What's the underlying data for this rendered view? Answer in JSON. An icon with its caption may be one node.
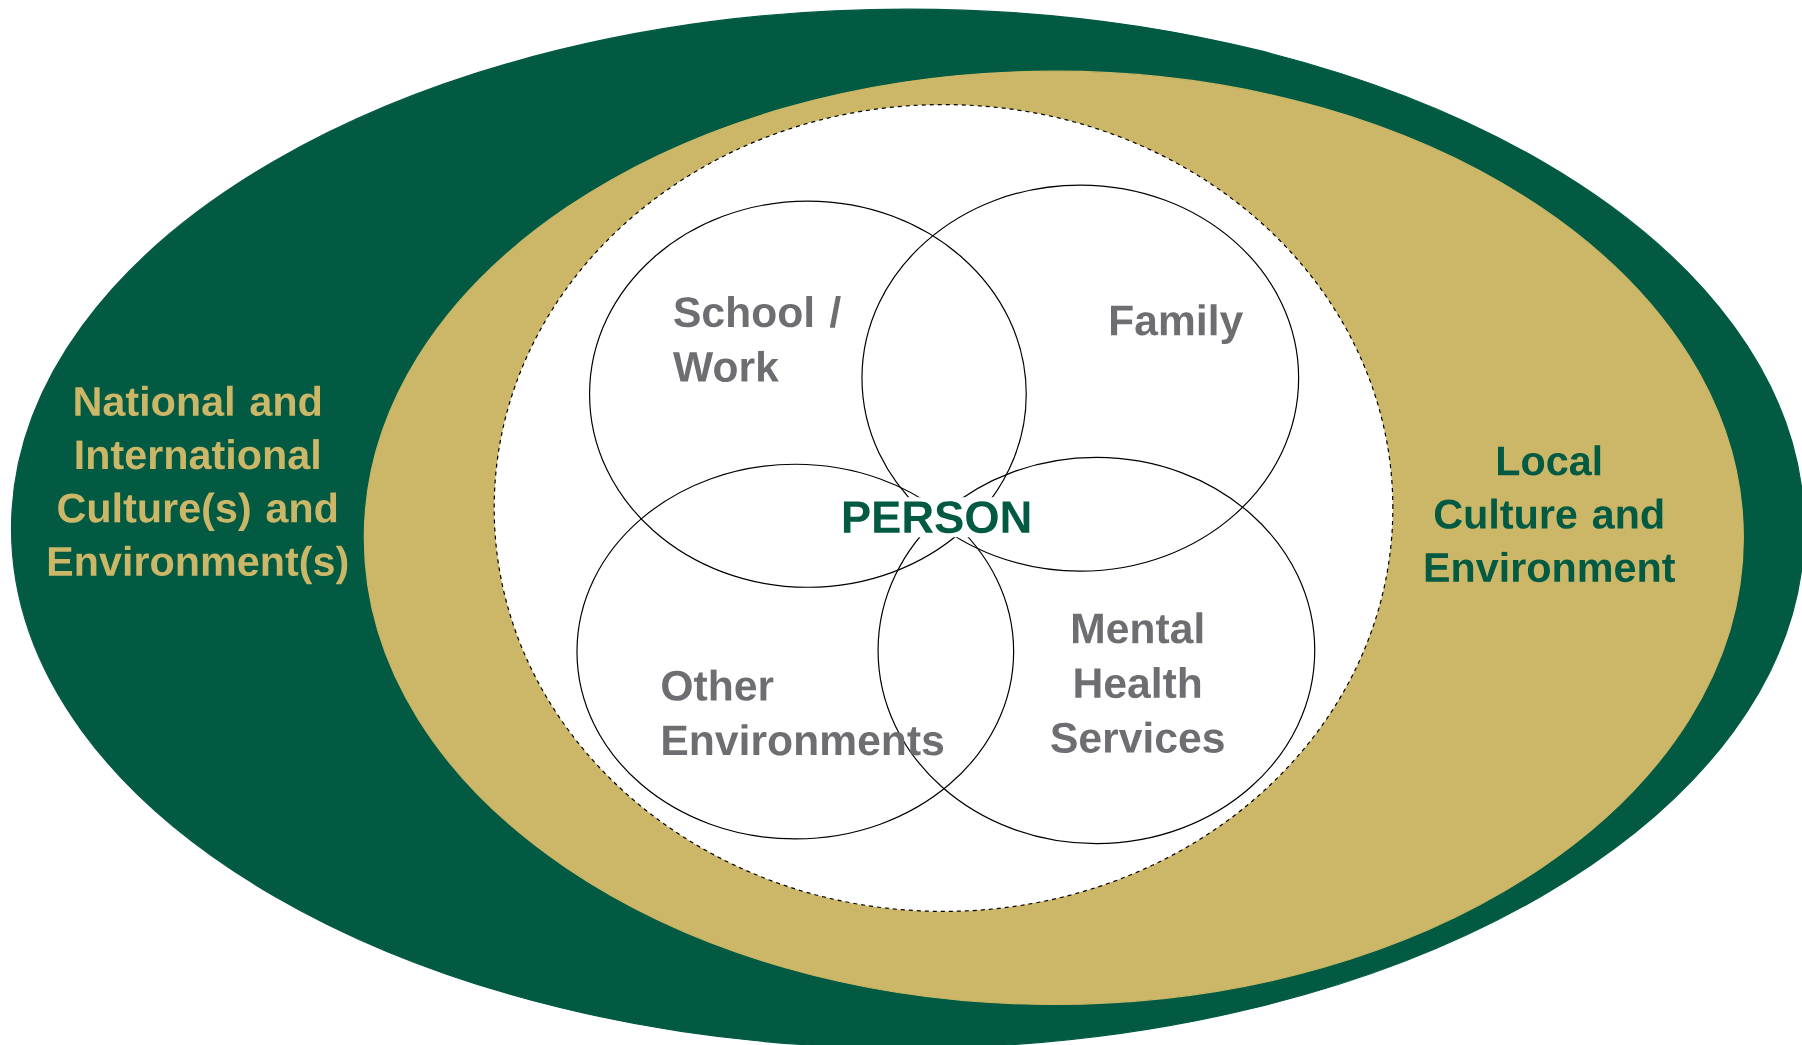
{
  "diagram": {
    "nodes": [
      {
        "text": [
          "National and International Culture(s) and Environment(s)"
        ]
      },
      {
        "text": [
          "Local Culture and Environment"
        ],
        "in": 0
      },
      {
        "text": [],
        "shape": "circle",
        "in": 1
      },
      {
        "text": [
          "School / Work"
        ],
        "in": 2
      },
      {
        "text": [
          "Family"
        ],
        "in": 2
      },
      {
        "text": [
          "Other Environments"
        ],
        "in": 2
      },
      {
        "text": [
          "Mental Health Services"
        ],
        "in": 2
      }
    ],
    "labels": [
      "PERSON"
    ]
  }
}
